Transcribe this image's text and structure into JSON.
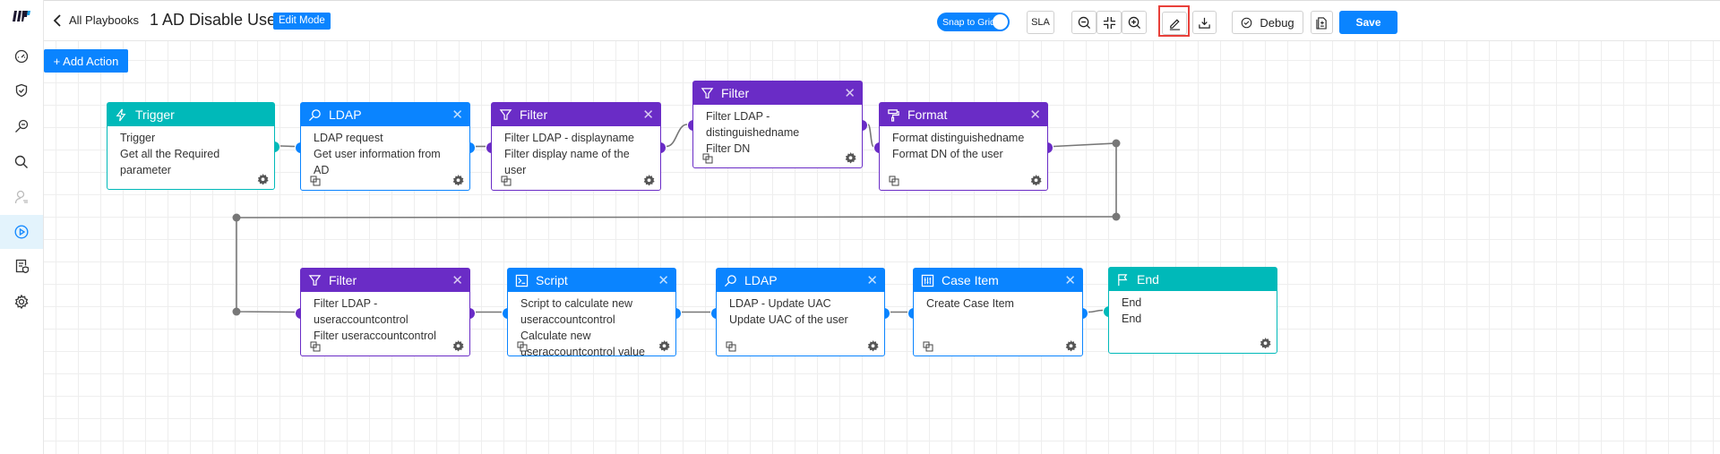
{
  "sidebar": {
    "items": [
      {
        "icon": "dashboard-icon"
      },
      {
        "icon": "shield-icon"
      },
      {
        "icon": "investigate-icon"
      },
      {
        "icon": "search-icon"
      },
      {
        "icon": "user-icon"
      },
      {
        "icon": "playbook-icon",
        "active": true
      },
      {
        "icon": "report-icon"
      },
      {
        "icon": "settings-icon"
      }
    ]
  },
  "header": {
    "back_label": "All Playbooks",
    "title": "1 AD Disable User",
    "mode_badge": "Edit Mode",
    "snap_label": "Snap to Grid",
    "snap_on": true,
    "sla_label": "SLA",
    "debug_label": "Debug",
    "save_label": "Save"
  },
  "canvas": {
    "add_action_label": "+ Add Action"
  },
  "colors": {
    "teal": "#00b9b9",
    "blue": "#0a84ff",
    "purple": "#6a2cc6",
    "highlight": "#e8403a"
  },
  "nodes": [
    {
      "type": "trigger",
      "title": "Trigger",
      "lines": [
        "Trigger",
        "Get all the Required parameter"
      ],
      "color": "#00b9b9",
      "icon": "lightning-icon",
      "closable": false,
      "copy": false
    },
    {
      "type": "ldap",
      "title": "LDAP",
      "lines": [
        "LDAP request",
        "Get user information from AD"
      ],
      "color": "#0a84ff",
      "icon": "ldap-search-icon",
      "closable": true,
      "copy": true
    },
    {
      "type": "filter",
      "title": "Filter",
      "lines": [
        "Filter LDAP - displayname",
        "Filter display name of the user"
      ],
      "color": "#6a2cc6",
      "icon": "filter-icon",
      "closable": true,
      "copy": true
    },
    {
      "type": "filter",
      "title": "Filter",
      "lines": [
        "Filter LDAP - distinguishedname",
        "Filter DN"
      ],
      "color": "#6a2cc6",
      "icon": "filter-icon",
      "closable": true,
      "copy": true
    },
    {
      "type": "format",
      "title": "Format",
      "lines": [
        "Format distinguishedname",
        "Format DN of the user"
      ],
      "color": "#6a2cc6",
      "icon": "paint-roller-icon",
      "closable": true,
      "copy": true
    },
    {
      "type": "filter",
      "title": "Filter",
      "lines": [
        "Filter LDAP - useraccountcontrol",
        "Filter useraccountcontrol"
      ],
      "color": "#6a2cc6",
      "icon": "filter-icon",
      "closable": true,
      "copy": true
    },
    {
      "type": "script",
      "title": "Script",
      "lines": [
        "Script to calculate new useraccountcontrol",
        "Calculate new useraccountcontrol value"
      ],
      "color": "#0a84ff",
      "icon": "terminal-icon",
      "closable": true,
      "copy": true
    },
    {
      "type": "ldap",
      "title": "LDAP",
      "lines": [
        "LDAP - Update UAC",
        "Update UAC of the user"
      ],
      "color": "#0a84ff",
      "icon": "ldap-search-icon",
      "closable": true,
      "copy": true
    },
    {
      "type": "case-item",
      "title": "Case Item",
      "lines": [
        "Create Case Item"
      ],
      "color": "#0a84ff",
      "icon": "case-icon",
      "closable": true,
      "copy": true
    },
    {
      "type": "end",
      "title": "End",
      "lines": [
        "End",
        "End"
      ],
      "color": "#00b9b9",
      "icon": "flag-icon",
      "closable": false,
      "copy": false
    }
  ]
}
